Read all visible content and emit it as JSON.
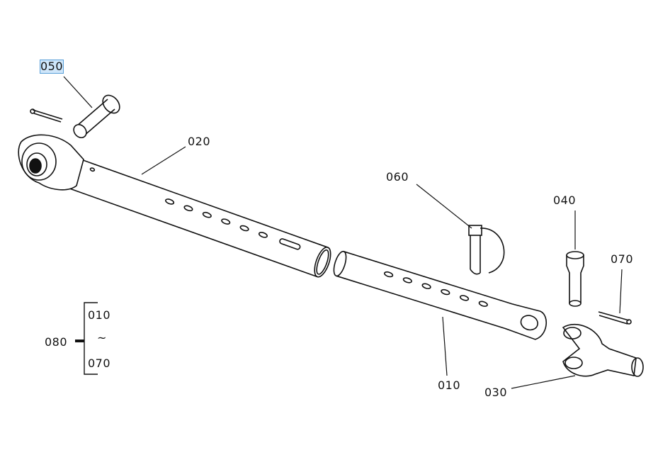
{
  "callouts": {
    "p050": "050",
    "p020": "020",
    "p060": "060",
    "p040": "040",
    "p070": "070",
    "p010": "010",
    "p030": "030"
  },
  "assembly": {
    "label": "080",
    "range_start": "010",
    "range_sep": "~",
    "range_end": "070"
  },
  "selected_callout": "050",
  "colors": {
    "highlight": "#cfe6fa",
    "line": "#111111"
  }
}
